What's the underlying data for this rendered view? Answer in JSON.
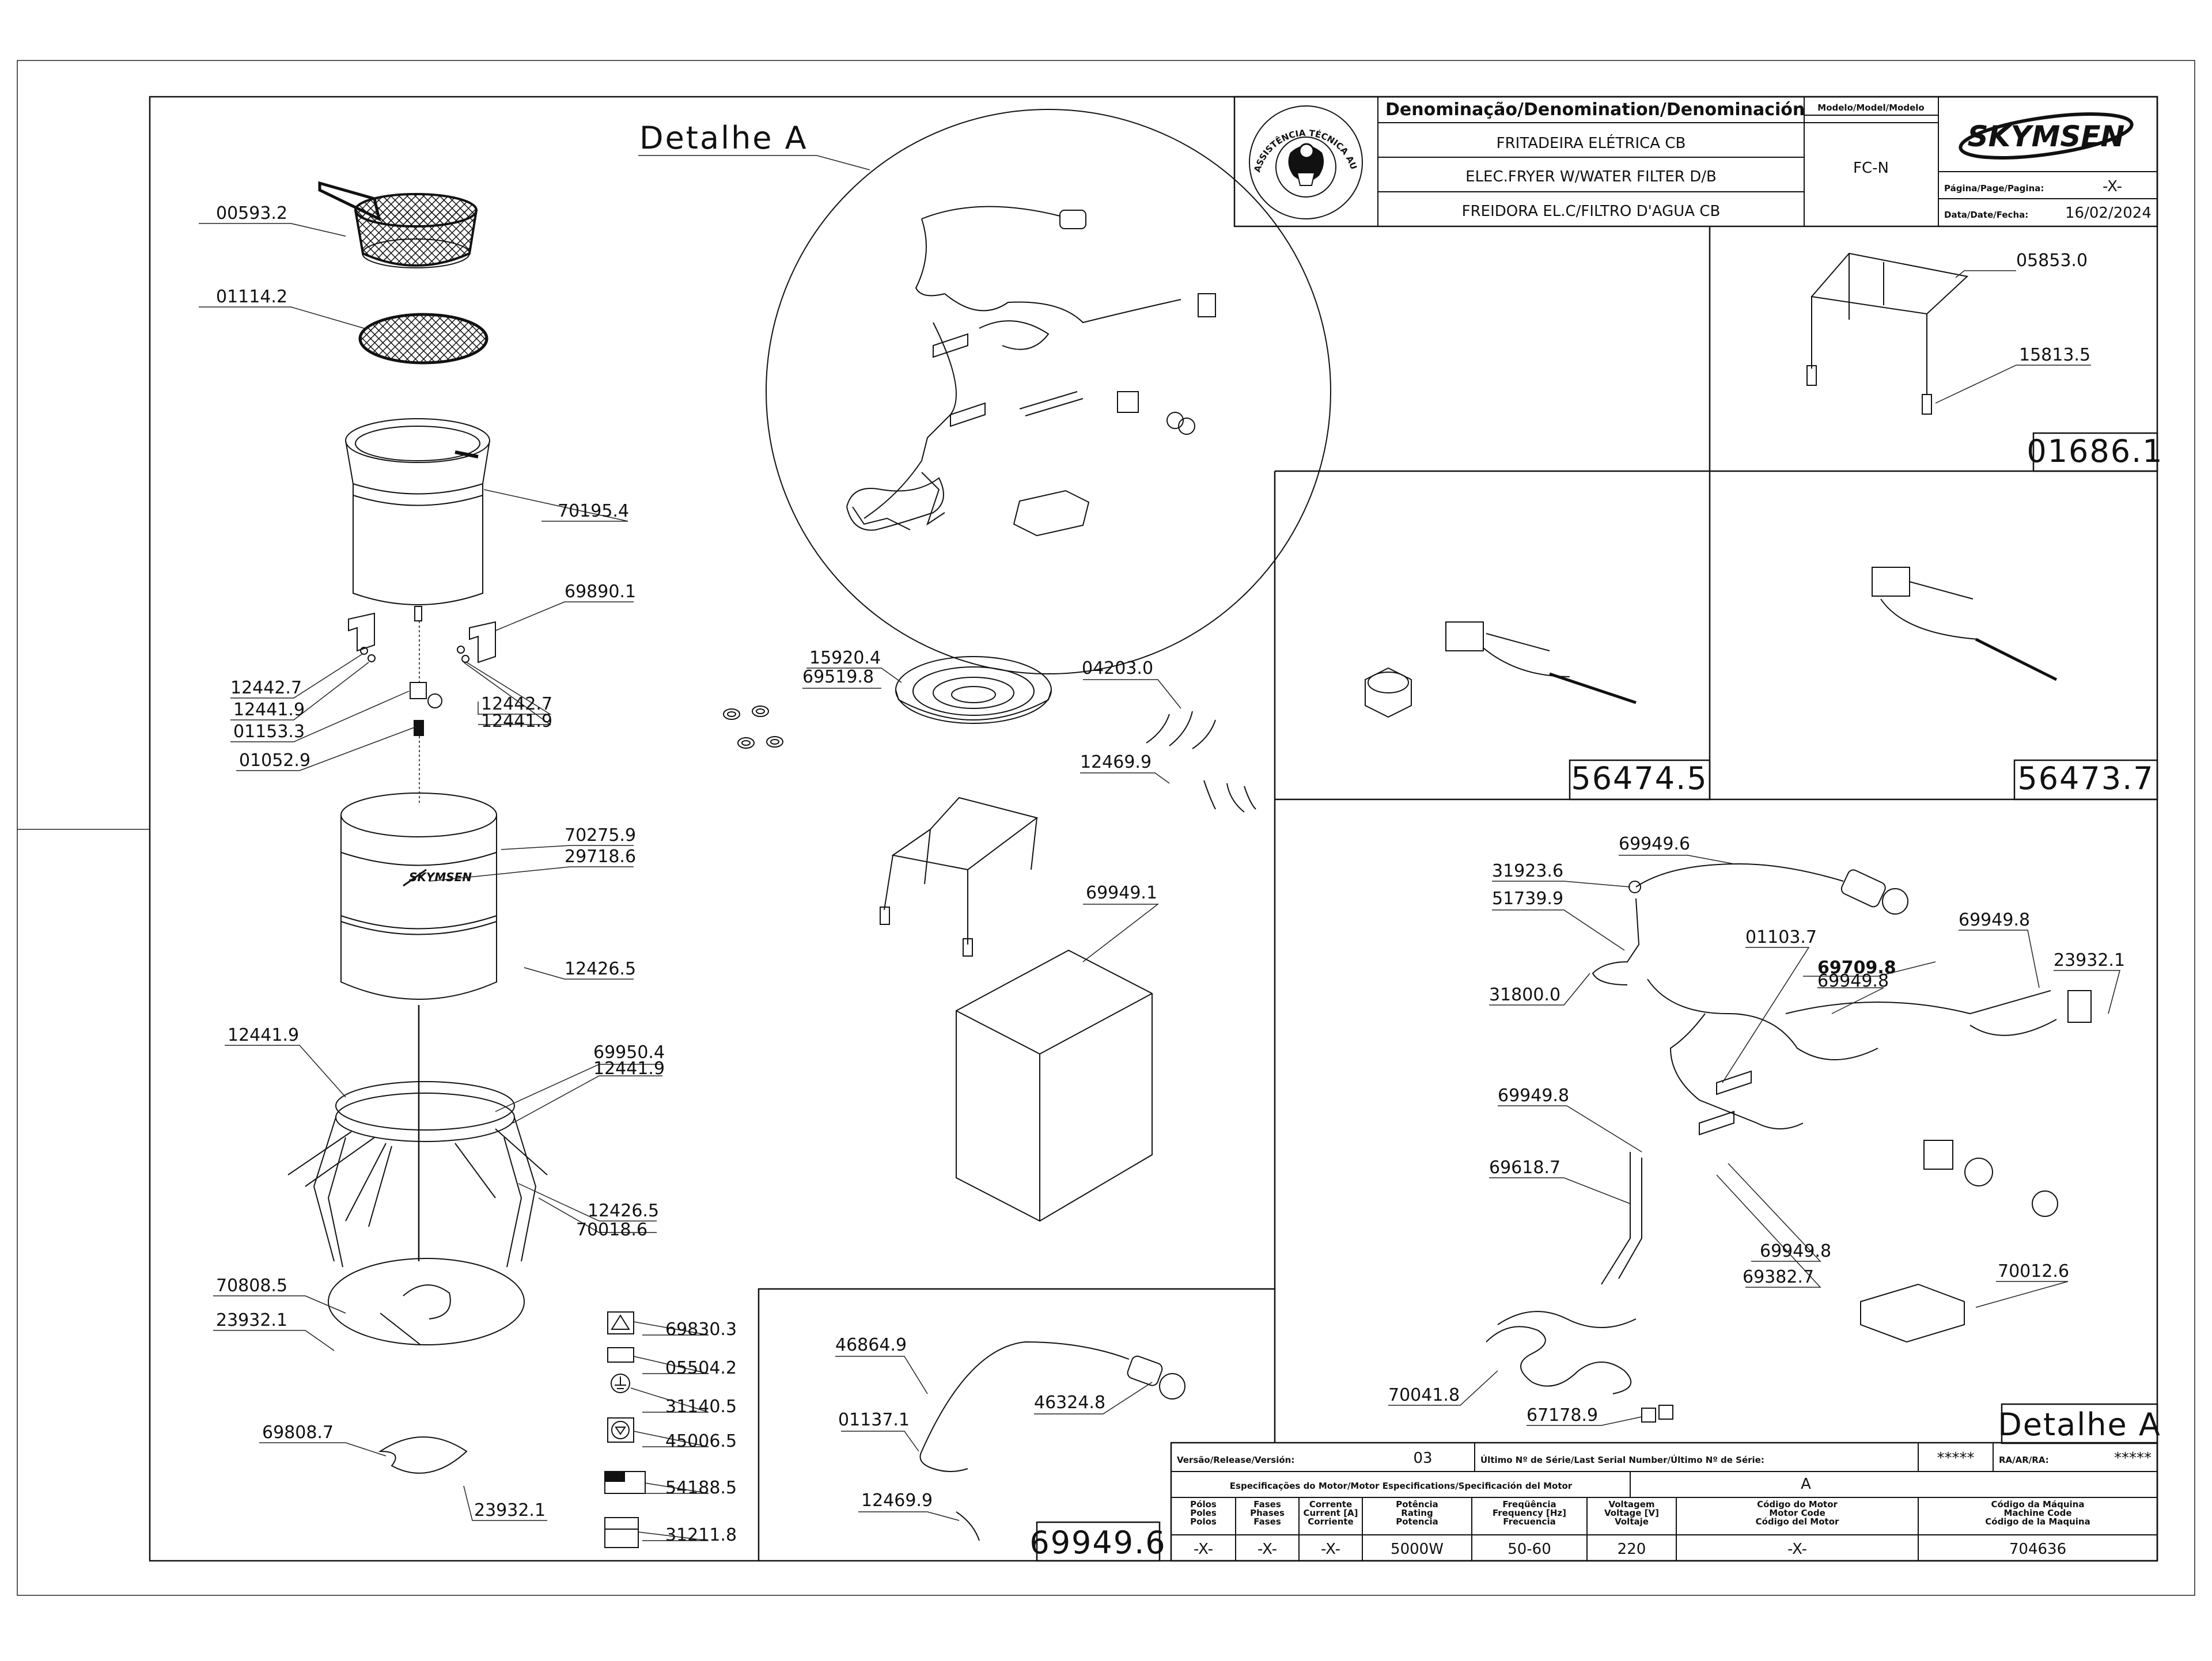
{
  "title_block": {
    "heading": "Denominação/Denomination/Denominación",
    "model_heading": "Modelo/Model/Modelo",
    "name_pt": "FRITADEIRA ELÉTRICA CB",
    "name_en": "ELEC.FRYER W/WATER FILTER D/B",
    "name_es": "FREIDORA EL.C/FILTRO D'AGUA CB",
    "model": "FC-N",
    "brand": "SKYMSEN",
    "seal_text": "ASSISTÊNCIA TÉCNICA AUTORIZADA",
    "page_label": "Página/Page/Pagina:",
    "page_value": "-X-",
    "date_label": "Data/Date/Fecha:",
    "date_value": "16/02/2024"
  },
  "detail_titles": {
    "detail_a_top": "Detalhe  A",
    "detail_a_bottom": "Detalhe  A",
    "box_01686": "01686.1",
    "box_56474": "56474.5",
    "box_56473": "56473.7",
    "box_69949": "69949.6"
  },
  "parts_left": {
    "p00593_2": "00593.2",
    "p01114_2": "01114.2",
    "p70195_4": "70195.4",
    "p69890_1": "69890.1",
    "p12442_7a": "12442.7",
    "p12441_9a": "12441.9",
    "p01153_3": "01153.3",
    "p01052_9": "01052.9",
    "p12442_7b": "12442.7",
    "p12441_9b": "12441.9",
    "p70275_9": "70275.9",
    "p29718_6": "29718.6",
    "p12426_5a": "12426.5",
    "p12441_9c": "12441.9",
    "p69950_4": "69950.4",
    "p12441_9d": "12441.9",
    "p12426_5b": "12426.5",
    "p70018_6": "70018.6",
    "p70808_5": "70808.5",
    "p23932_1a": "23932.1",
    "p69808_7": "69808.7",
    "p23932_1b": "23932.1"
  },
  "parts_middle": {
    "p15920_4": "15920.4",
    "p69519_8": "69519.8",
    "p04203_0": "04203.0",
    "p12469_9a": "12469.9",
    "p69949_1": "69949.1",
    "p69830_3": "69830.3",
    "p05504_2": "05504.2",
    "p31140_5": "31140.5",
    "p45006_5": "45006.5",
    "p54188_5": "54188.5",
    "p31211_8": "31211.8",
    "p46864_9": "46864.9",
    "p01137_1": "01137.1",
    "p46324_8": "46324.8",
    "p12469_9b": "12469.9"
  },
  "parts_right": {
    "p05853_0": "05853.0",
    "p15813_5": "15813.5",
    "p69949_6": "69949.6",
    "p31923_6": "31923.6",
    "p51739_9": "51739.9",
    "p31800_0": "31800.0",
    "p01103_7": "01103.7",
    "p69709_8": "69709.8",
    "p69949_8a": "69949.8",
    "p69949_8b": "69949.8",
    "p23932_1": "23932.1",
    "p69949_8c": "69949.8",
    "p69618_7": "69618.7",
    "p69949_8d": "69949.8",
    "p69382_7": "69382.7",
    "p70012_6": "70012.6",
    "p70041_8": "70041.8",
    "p67178_9": "67178.9"
  },
  "bottom_table": {
    "version_label": "Versão/Release/Versión:",
    "version_value": "03",
    "serial_label": "Último Nº de Série/Last Serial Number/Último Nº de Série:",
    "serial_value": "*****",
    "ra_label": "RA/AR/RA:",
    "ra_value": "*****",
    "motor_spec_label": "Especificações do Motor/Motor Especifications/Specificación del Motor",
    "motor_spec_value": "A",
    "columns": [
      {
        "l1": "Pólos",
        "l2": "Poles",
        "l3": "Polos",
        "value": "-X-"
      },
      {
        "l1": "Fases",
        "l2": "Phases",
        "l3": "Fases",
        "value": "-X-"
      },
      {
        "l1": "Corrente",
        "l2": "Current [A]",
        "l3": "Corriente",
        "value": "-X-"
      },
      {
        "l1": "Potência",
        "l2": "Rating",
        "l3": "Potencia",
        "value": "5000W"
      },
      {
        "l1": "Freqüência",
        "l2": "Frequency [Hz]",
        "l3": "Frecuencia",
        "value": "50-60"
      },
      {
        "l1": "Voltagem",
        "l2": "Voltage [V]",
        "l3": "Voltaje",
        "value": "220"
      },
      {
        "l1": "Código do Motor",
        "l2": "Motor Code",
        "l3": "Código del Motor",
        "value": "-X-"
      },
      {
        "l1": "Código da Máquina",
        "l2": "Machine Code",
        "l3": "Código de la Maquina",
        "value": "704636"
      }
    ]
  }
}
